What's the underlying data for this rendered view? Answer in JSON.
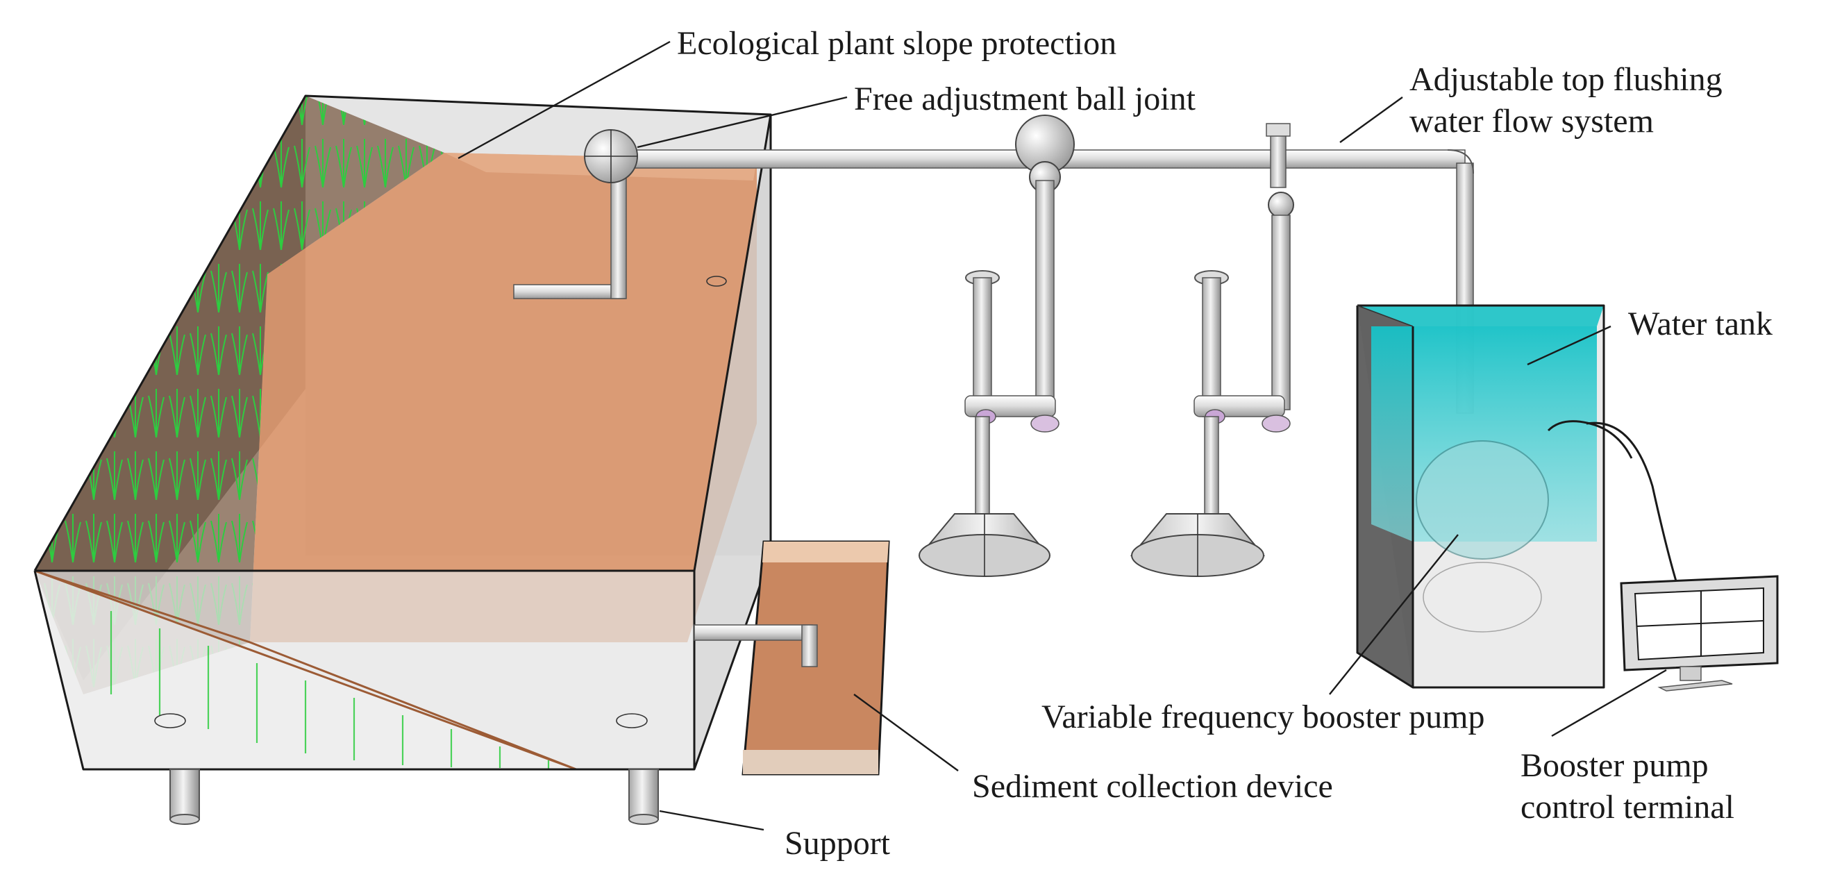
{
  "labels": {
    "slope": "Ecological plant slope protection",
    "ball_joint": "Free adjustment ball joint",
    "flow_line1": "Adjustable top flushing",
    "flow_line2": "water flow system",
    "water_tank": "Water tank",
    "pump": "Variable frequency booster pump",
    "terminal_line1": "Booster pump",
    "terminal_line2": "control terminal",
    "sediment": "Sediment collection device",
    "support": "Support"
  },
  "colors": {
    "soil": "#d9956b",
    "soil_dark": "#c47a4f",
    "plants": "#2ecc40",
    "water": "#19c3c7",
    "glass": "#d6d6d6",
    "metal": "#e8e8e8"
  }
}
